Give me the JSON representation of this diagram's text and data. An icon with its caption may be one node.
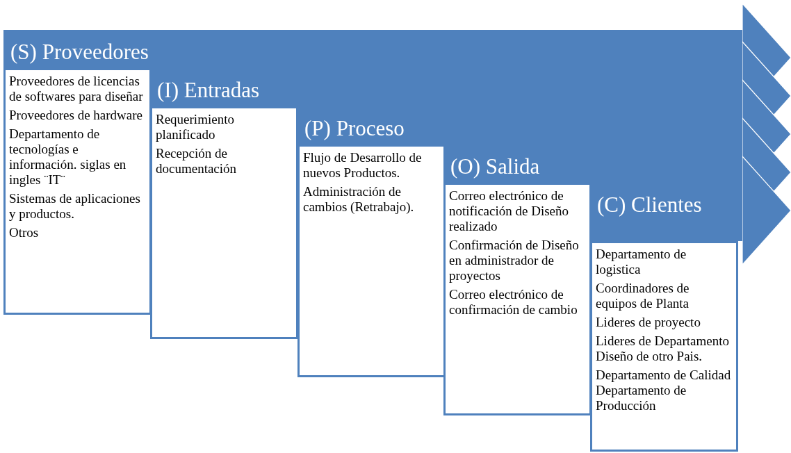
{
  "diagram": {
    "nodes": [
      {
        "text": [
          "(S) Proveedores"
        ]
      },
      {
        "text": [
          "Proveedores de licencias de softwares para diseñar",
          "Proveedores de hardware",
          "Departamento de tecnologías e información. siglas en ingles ¨IT¨",
          "Sistemas de aplicaciones y productos.",
          "Otros"
        ]
      },
      {
        "text": [
          "(I) Entradas"
        ]
      },
      {
        "text": [
          "Requerimiento planificado",
          "Recepción de documentación"
        ]
      },
      {
        "text": [
          "(P) Proceso"
        ]
      },
      {
        "text": [
          "Flujo de Desarrollo de nuevos Productos.",
          "Administración de cambios (Retrabajo)."
        ]
      },
      {
        "text": [
          "(O) Salida"
        ]
      },
      {
        "text": [
          "Correo electrónico de notificación de Diseño realizado",
          "Confirmación de Diseño en administrador de proyectos",
          "Correo electrónico de confirmación de cambio"
        ]
      },
      {
        "text": [
          "(C) Clientes"
        ]
      },
      {
        "text": [
          "Departamento de logistica",
          "Coordinadores de equipos de Planta",
          "Lideres de proyecto",
          "Lideres de Departamento Diseño de otro Pais.",
          "Departamento de Calidad Departamento de Producción"
        ]
      }
    ]
  }
}
